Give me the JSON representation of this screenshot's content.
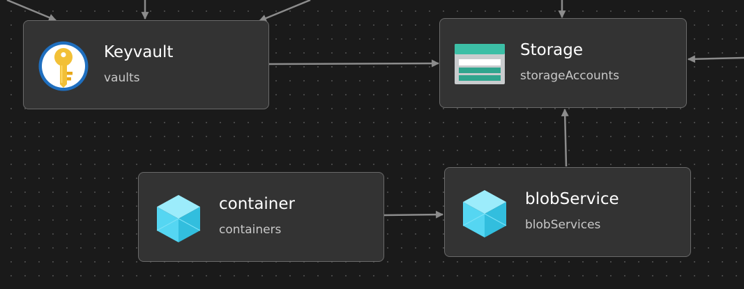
{
  "nodes": {
    "keyvault": {
      "title": "Keyvault",
      "type": "vaults",
      "icon": "key-vault-icon"
    },
    "storage": {
      "title": "Storage",
      "type": "storageAccounts",
      "icon": "storage-account-icon"
    },
    "container": {
      "title": "container",
      "type": "containers",
      "icon": "cube-icon"
    },
    "blobservice": {
      "title": "blobService",
      "type": "blobServices",
      "icon": "cube-icon"
    }
  },
  "colors": {
    "canvas": "#1a1a1a",
    "node_fill": "#333333",
    "node_border": "#6a6a6a",
    "edge": "#8c8c8c",
    "title_text": "#ffffff",
    "subtitle_text": "#c8c8c8"
  }
}
